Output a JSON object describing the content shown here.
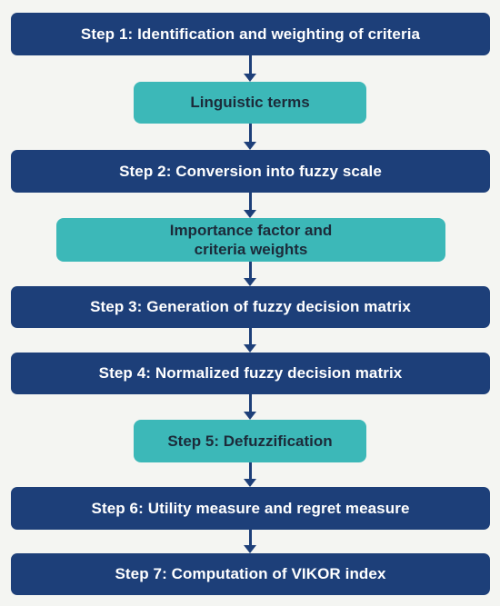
{
  "flowchart": {
    "step1": "Step 1: Identification and weighting of criteria",
    "term1": "Linguistic terms",
    "step2": "Step 2: Conversion into fuzzy scale",
    "term2_line1": "Importance factor and",
    "term2_line2": "criteria weights",
    "step3": "Step 3: Generation of fuzzy decision matrix",
    "step4": "Step 4: Normalized fuzzy decision matrix",
    "step5": "Step 5: Defuzzification",
    "step6": "Step 6: Utility measure and regret measure",
    "step7": "Step 7: Computation of VIKOR index"
  },
  "colors": {
    "step_box": "#1d3f79",
    "term_box": "#3cb8b8",
    "arrow": "#1d3f79",
    "background": "#f4f5f2"
  }
}
